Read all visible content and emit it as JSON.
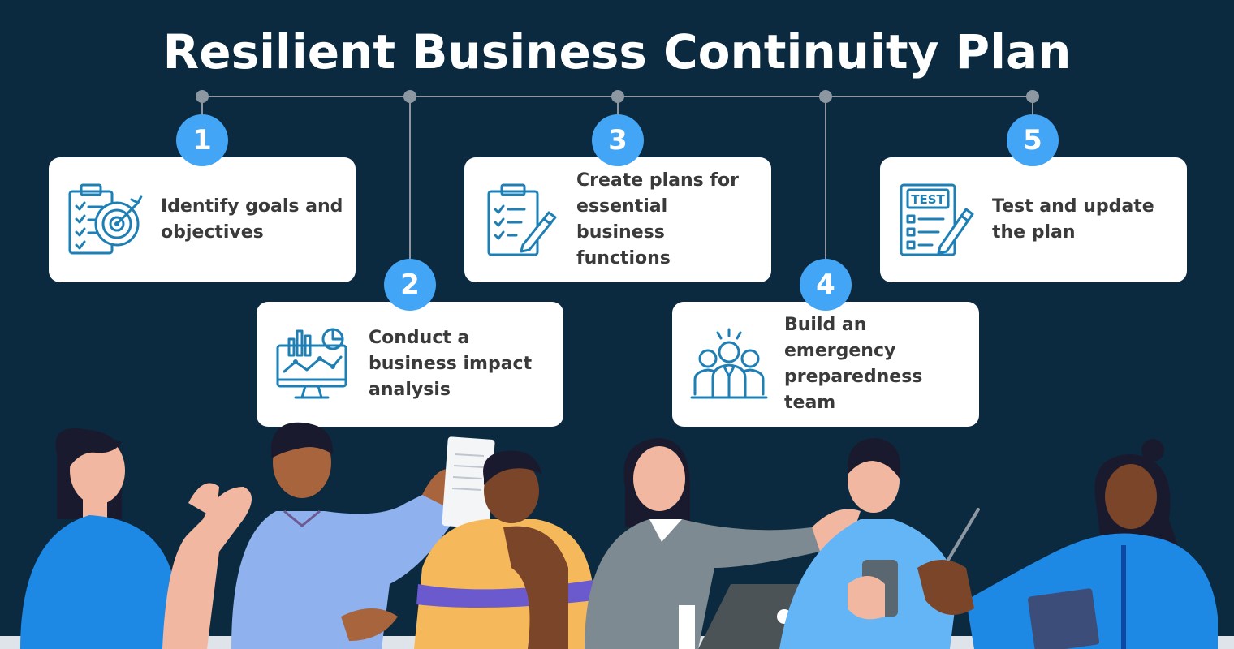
{
  "title": "Resilient Business Continuity Plan",
  "colors": {
    "background": "#0c2a3f",
    "accent": "#42a5f5",
    "card": "#ffffff",
    "icon": "#1e7fb5",
    "text": "#3a3a3a"
  },
  "steps": [
    {
      "number": "1",
      "label": "Identify goals and objectives",
      "icon": "target-checklist-icon"
    },
    {
      "number": "2",
      "label": "Conduct a business impact analysis",
      "icon": "analytics-monitor-icon"
    },
    {
      "number": "3",
      "label": "Create plans for essential business functions",
      "icon": "clipboard-pen-icon"
    },
    {
      "number": "4",
      "label": "Build an emergency preparedness team",
      "icon": "team-alert-icon"
    },
    {
      "number": "5",
      "label": "Test and update the plan",
      "icon": "test-document-icon",
      "icon_text": "TEST"
    }
  ]
}
